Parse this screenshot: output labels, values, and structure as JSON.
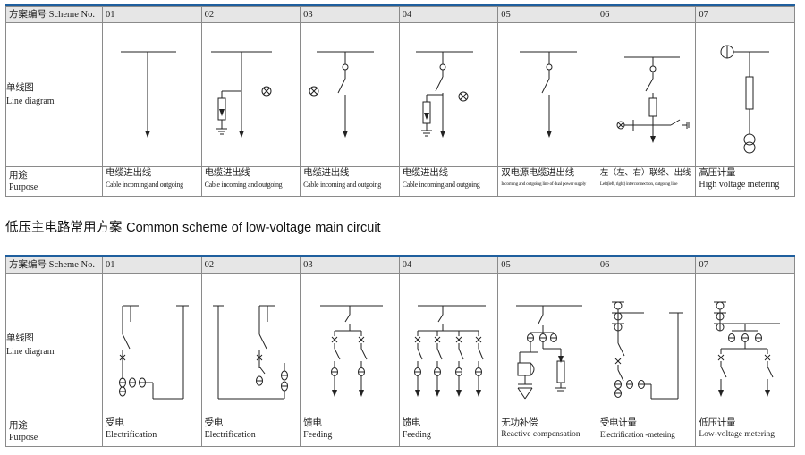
{
  "table1": {
    "scheme_label": "方案编号 Scheme No.",
    "columns": [
      "01",
      "02",
      "03",
      "04",
      "05",
      "06",
      "07"
    ],
    "line_diagram_zh": "单线图",
    "line_diagram_en": "Line diagram",
    "purpose_zh": "用途",
    "purpose_en": "Purpose",
    "purposes": [
      {
        "zh": "电缆进出线",
        "en": "Cable incoming and outgoing"
      },
      {
        "zh": "电缆进出线",
        "en": "Cable incoming and outgoing"
      },
      {
        "zh": "电缆进出线",
        "en": "Cable incoming and outgoing"
      },
      {
        "zh": "电缆进出线",
        "en": "Cable incoming and outgoing"
      },
      {
        "zh": "双电源电缆进出线",
        "en": "Incoming and outgoing line of dual power supply"
      },
      {
        "zh": "左（左、右）联络、出线",
        "en": "Left(left, right) interconnection, outgoing line"
      },
      {
        "zh": "高压计量",
        "en": "High voltage metering"
      }
    ]
  },
  "section_title": {
    "zh": "低压主电路常用方案",
    "en": "Common scheme of low-voltage main circuit"
  },
  "table2": {
    "scheme_label": "方案编号 Scheme No.",
    "columns": [
      "01",
      "02",
      "03",
      "04",
      "05",
      "06",
      "07"
    ],
    "line_diagram_zh": "单线图",
    "line_diagram_en": "Line diagram",
    "purpose_zh": "用途",
    "purpose_en": "Purpose",
    "purposes": [
      {
        "zh": "受电",
        "en": "Electrification"
      },
      {
        "zh": "受电",
        "en": "Electrification"
      },
      {
        "zh": "馈电",
        "en": "Feeding"
      },
      {
        "zh": "馈电",
        "en": "Feeding"
      },
      {
        "zh": "无功补偿",
        "en": "Reactive compensation"
      },
      {
        "zh": "受电计量",
        "en": "Electrification -metering"
      },
      {
        "zh": "低压计量",
        "en": "Low-voltage metering"
      }
    ]
  },
  "colors": {
    "header_bg": "#e6e6e6",
    "accent_line": "#1f5f9e",
    "border": "#8a8a8a"
  }
}
